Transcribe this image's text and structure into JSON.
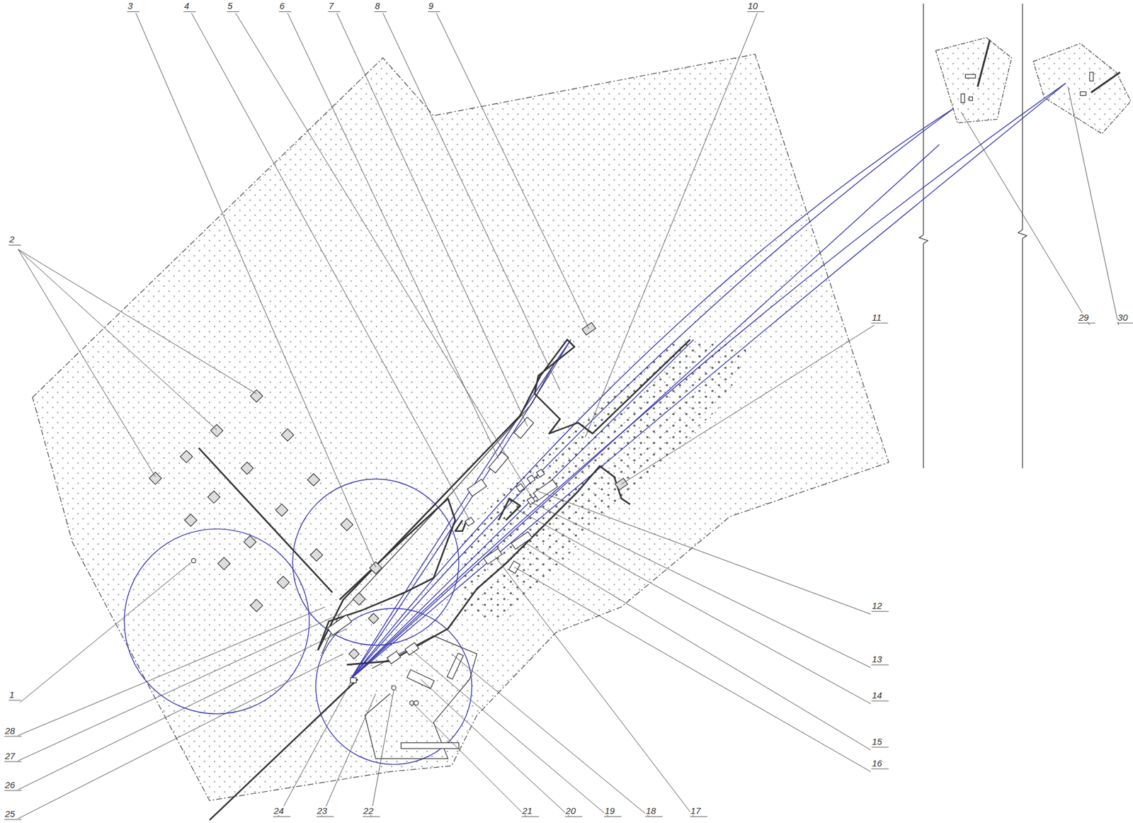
{
  "diagram": {
    "labels": [
      "1",
      "2",
      "3",
      "4",
      "5",
      "6",
      "7",
      "8",
      "9",
      "10",
      "11",
      "12",
      "13",
      "14",
      "15",
      "16",
      "17",
      "18",
      "19",
      "20",
      "21",
      "22",
      "23",
      "24",
      "25",
      "26",
      "27",
      "28",
      "29",
      "30"
    ]
  }
}
